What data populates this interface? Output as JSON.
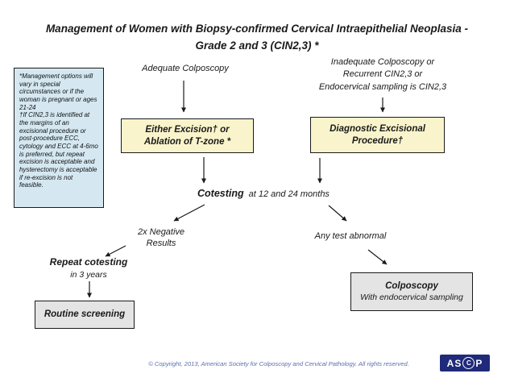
{
  "title": {
    "line1": "Management of Women with Biopsy-confirmed Cervical Intraepithelial Neoplasia -",
    "line2": "Grade 2 and 3 (CIN2,3) *"
  },
  "note_box": {
    "para1": "*Management options will vary in special circumstances or if the woman is pregnant or ages 21-24",
    "para2": "†If CIN2,3 is identified at the margins of an excisional procedure or post-procedure ECC, cytology and ECC at 4-6mo is preferred, but repeat excision is acceptable and hysterectomy is acceptable if re-excision is not feasible."
  },
  "flowchart": {
    "adequate_label": "Adequate Colposcopy",
    "inadequate": {
      "lines": [
        "Inadequate Colposcopy or",
        "Recurrent CIN2,3 or",
        "Endocervical sampling is CIN2,3"
      ]
    },
    "excision_box": {
      "line1": "Either Excision† or",
      "line2": "Ablation of T-zone *"
    },
    "diagnostic_box": {
      "line1": "Diagnostic Excisional",
      "line2": "Procedure†"
    },
    "cotesting": {
      "bold": "Cotesting",
      "rest": "at 12 and 24 months"
    },
    "negative": {
      "line1": "2x Negative",
      "line2": "Results"
    },
    "abnormal_label": "Any test abnormal",
    "repeat": {
      "bold": "Repeat cotesting",
      "sub": "in 3 years"
    },
    "routine_box_label": "Routine screening",
    "colposcopy_box": {
      "bold": "Colposcopy",
      "sub": "With endocervical sampling"
    }
  },
  "footer": {
    "copyright": "© Copyright, 2013, American Society for Colposcopy and Cervical Pathology. All rights reserved.",
    "logo": {
      "part1": "AS",
      "part2": "C",
      "part3": "P"
    }
  },
  "colors": {
    "yellow_box": "#faf4cc",
    "blue_note_box": "#d5e8f2",
    "gray_box": "#e4e4e4",
    "footer_text": "#5b6eae",
    "logo_bg": "#1f2a7a",
    "line_color": "#1a1a1a"
  }
}
